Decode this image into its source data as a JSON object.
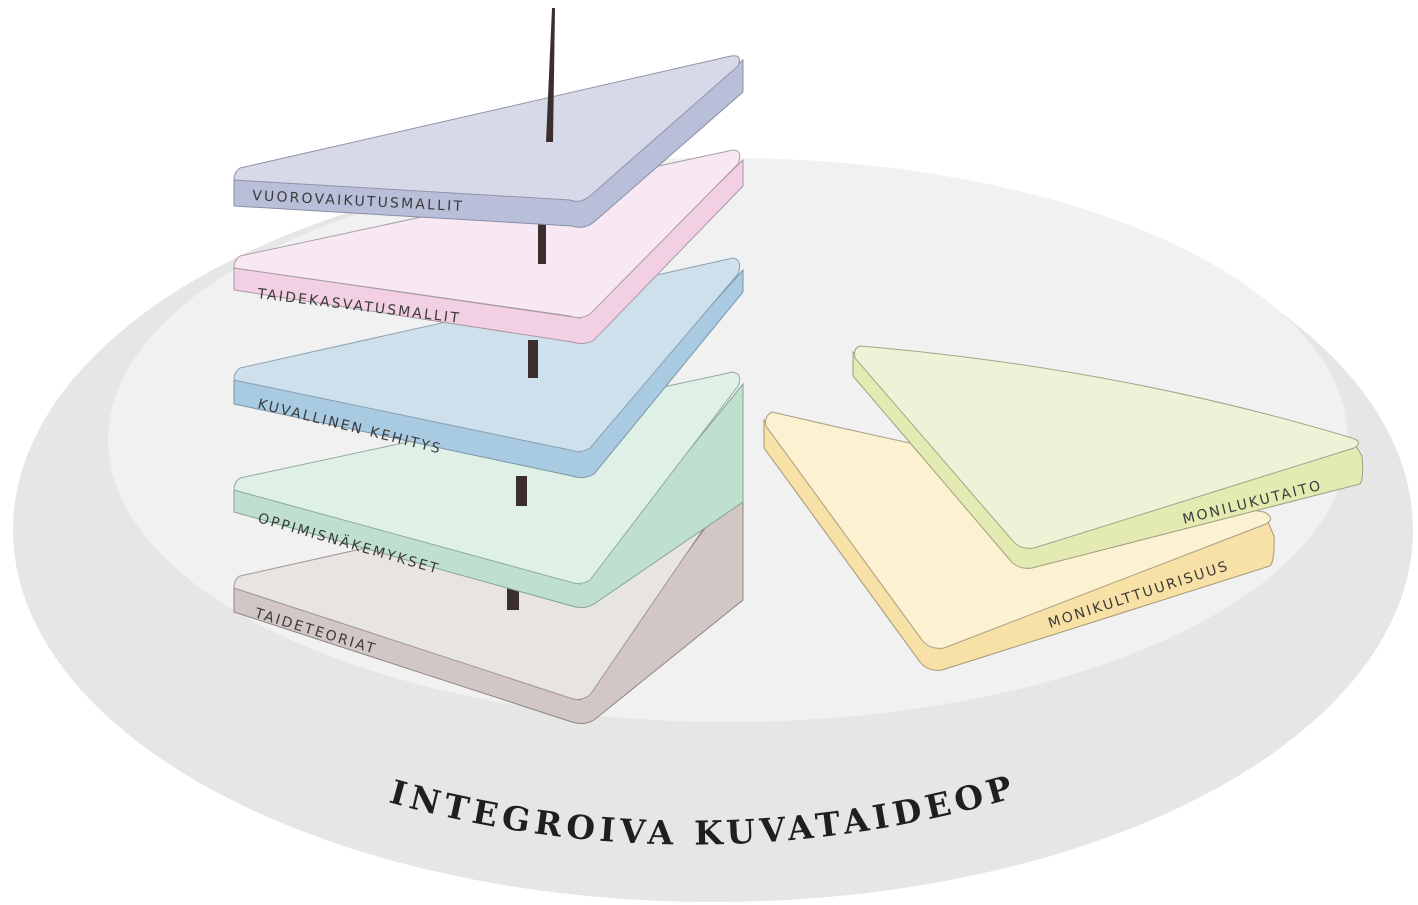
{
  "title": "INTEGROIVA KUVATAIDEOPETUS",
  "stack_layers": [
    {
      "label": "VUOROVAIKUTUSMALLIT",
      "color": "#d7d8e8"
    },
    {
      "label": "TAIDEKASVATUSMALLIT",
      "color": "#f8e8f3"
    },
    {
      "label": "KUVALLINEN KEHITYS",
      "color": "#cfe0ed"
    },
    {
      "label": "OPPIMISNÄKEMYKSET",
      "color": "#dff1e7"
    },
    {
      "label": "TAIDETEORIAT",
      "color": "#e8e4e2"
    }
  ],
  "side_plates": [
    {
      "label": "MONILUKUTAITO",
      "color": "#eff2d6"
    },
    {
      "label": "MONIKULTTUURISUUS",
      "color": "#fcf2d2"
    }
  ],
  "colors": {
    "outer_disc": "#e6e6e7",
    "inner_disc": "#f1f1f1",
    "pole": "#3a2f2c",
    "outline": "#8a8a8a"
  }
}
